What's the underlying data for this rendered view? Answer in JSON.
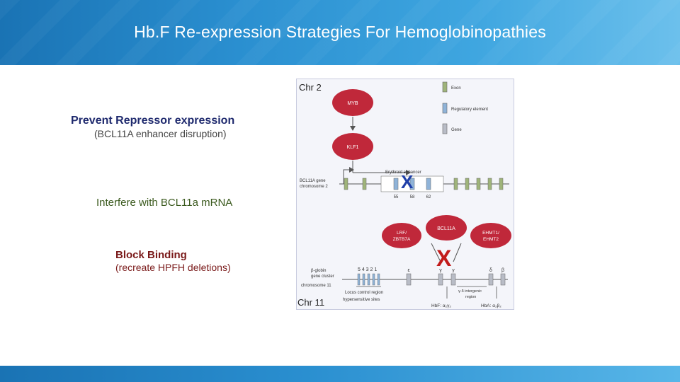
{
  "slide": {
    "title": "Hb.F Re-expression Strategies For Hemoglobinopathies"
  },
  "strategies": {
    "prevent_title": "Prevent Repressor expression",
    "prevent_sub": "(BCL11A enhancer disruption)",
    "interfere": "Interfere with BCL11a mRNA",
    "block_title": "Block  Binding",
    "block_sub": "(recreate HPFH deletions)"
  },
  "figure": {
    "chr2_label": "Chr 2",
    "chr11_label": "Chr 11",
    "legend": {
      "exon": "Exon",
      "regulatory": "Regulatory element",
      "gene": "Gene"
    },
    "myb": "MYB",
    "klf1": "KLF1",
    "erythroid_enhancer": "Erythroid enhancer",
    "bcl11a_gene_1": "BCL11A gene",
    "bcl11a_gene_2": "chromosome 2",
    "enh_55": "55",
    "enh_58": "58",
    "enh_62": "62",
    "lrf_1": "LRF/",
    "lrf_2": "ZBTB7A",
    "bcl11a": "BCL11A",
    "ehmt_1": "EHMT1/",
    "ehmt_2": "EHMT2",
    "bglobin_1": "β-globin",
    "bglobin_2": "gene cluster",
    "bglobin_3": "chromosome 11",
    "hs_numbers": "5 4 3 2 1",
    "epsilon": "ε",
    "gamma_g": "γ",
    "gamma_a": "γ",
    "delta": "δ",
    "beta": "β",
    "lcr_1": "Locus control region",
    "lcr_2": "hypersensitive sites",
    "intergenic_1": "γ-δ intergenic",
    "intergenic_2": "region",
    "hbf": "HbF: α₂γ₂",
    "hba": "HbA: α₂β₂",
    "x_mark": "X"
  },
  "colors": {
    "exon": "#9fb47a",
    "regulatory": "#8fb3d8",
    "gene": "#b8bcc6",
    "protein": "#c0283a",
    "x_mark": "#c21b1b"
  }
}
